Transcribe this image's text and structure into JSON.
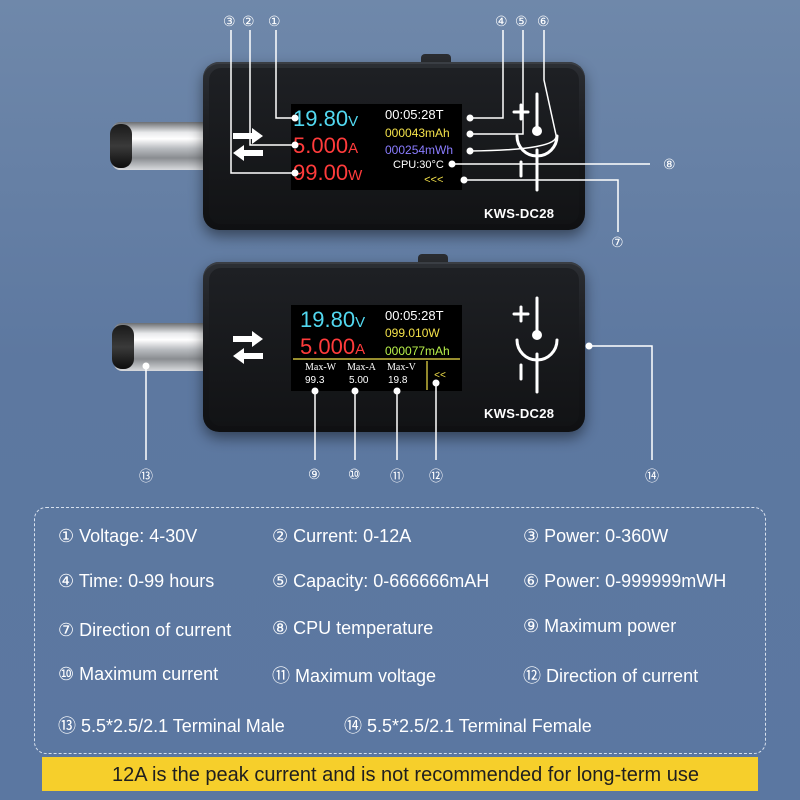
{
  "callout_numbers": [
    "①",
    "②",
    "③",
    "④",
    "⑤",
    "⑥",
    "⑦",
    "⑧",
    "⑨",
    "⑩",
    "⑪",
    "⑫",
    "⑬",
    "⑭"
  ],
  "device_top": {
    "model": "KWS-DC28",
    "voltage": {
      "value": "19.80",
      "unit": "V"
    },
    "current": {
      "value": "5.000",
      "unit": "A"
    },
    "power": {
      "value": "99.00",
      "unit": "W"
    },
    "time": "00:05:28T",
    "capacity": "000043mAh",
    "energy": "000254mWh",
    "cpu": "CPU:30°C",
    "direction": "<<<"
  },
  "device_bottom": {
    "model": "KWS-DC28",
    "voltage": {
      "value": "19.80",
      "unit": "V"
    },
    "current": {
      "value": "5.000",
      "unit": "A"
    },
    "time": "00:05:28T",
    "power": "099.010W",
    "capacity": "000077mAh",
    "max_w": {
      "label": "Max-W",
      "value": "99.3"
    },
    "max_a": {
      "label": "Max-A",
      "value": "5.00"
    },
    "max_v": {
      "label": "Max-V",
      "value": "19.8"
    },
    "direction": "<<"
  },
  "specs": [
    {
      "num": "①",
      "text": "Voltage: 4-30V"
    },
    {
      "num": "②",
      "text": "Current: 0-12A"
    },
    {
      "num": "③",
      "text": "Power: 0-360W"
    },
    {
      "num": "④",
      "text": "Time: 0-99 hours"
    },
    {
      "num": "⑤",
      "text": "Capacity: 0-666666mAH"
    },
    {
      "num": "⑥",
      "text": "Power: 0-999999mWH"
    },
    {
      "num": "⑦",
      "text": "Direction of current"
    },
    {
      "num": "⑧",
      "text": "CPU temperature"
    },
    {
      "num": "⑨",
      "text": "Maximum power"
    },
    {
      "num": "⑩",
      "text": "Maximum current"
    },
    {
      "num": "⑪",
      "text": "Maximum voltage"
    },
    {
      "num": "⑫",
      "text": "Direction of current"
    },
    {
      "num": "⑬",
      "text": "5.5*2.5/2.1 Terminal Male"
    },
    {
      "num": "⑭",
      "text": "5.5*2.5/2.1 Terminal Female"
    }
  ],
  "warning": {
    "icon": "warning-triangle-icon",
    "text": "12A is the peak current and is not recommended for long-term use"
  },
  "colors": {
    "voltage": "#52d8f0",
    "current": "#ff3b3b",
    "power": "#ff3b3b",
    "capacity": "#f4e24a",
    "energy": "#8a7cff",
    "max_power": "#b8f04a",
    "direction": "#f4e24a",
    "warning_bg": "#f6cf2b"
  }
}
